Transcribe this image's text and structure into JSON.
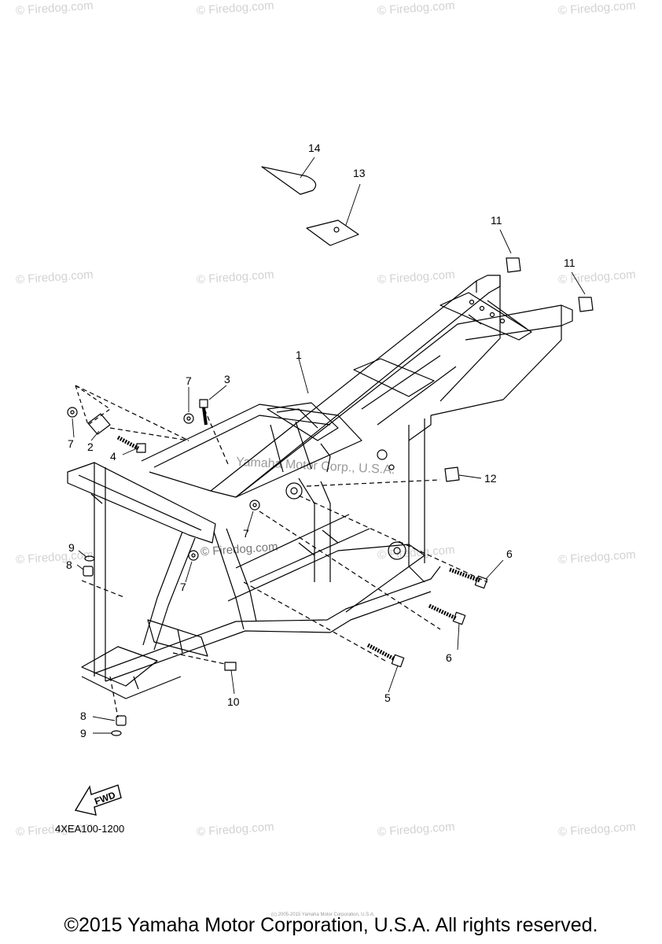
{
  "watermark": "© Firedog.com",
  "watermark_faint": "Yamaha Motor Corp., U.S.A.",
  "callouts": {
    "c1": "1",
    "c2": "2",
    "c3": "3",
    "c4": "4",
    "c5": "5",
    "c6a": "6",
    "c6b": "6",
    "c7a": "7",
    "c7b": "7",
    "c7c": "7",
    "c7d": "7",
    "c8a": "8",
    "c8b": "8",
    "c9a": "9",
    "c9b": "9",
    "c10": "10",
    "c11a": "11",
    "c11b": "11",
    "c12": "12",
    "c13": "13",
    "c14": "14"
  },
  "fwd_label": "FWD",
  "diagram_code": "4XEA100-1200",
  "copyright": "©2015 Yamaha Motor Corporation, U.S.A. All rights reserved.",
  "faint_credit": "(c) 2005-2015 Yamaha Motor Corporation, U.S.A."
}
